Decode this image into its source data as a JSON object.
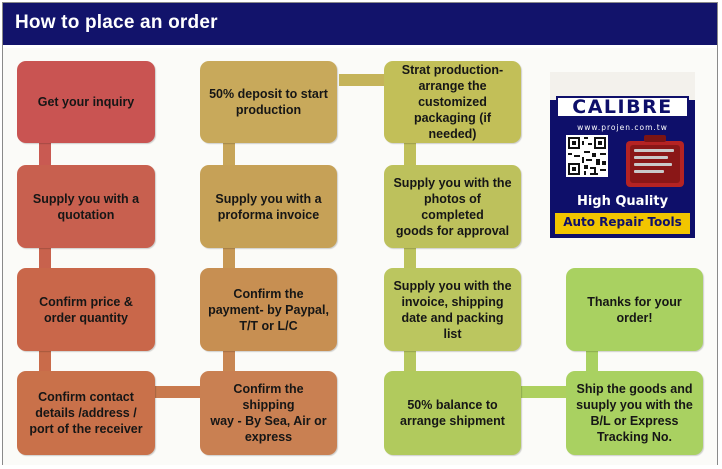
{
  "header": {
    "title": "How to place an order"
  },
  "colors": {
    "header_bg": "#12136b",
    "column_1": [
      "#c95452",
      "#c8604f",
      "#c9674a",
      "#c9714a"
    ],
    "column_2": [
      "#c8a95b",
      "#c6a157",
      "#c78f52",
      "#c98052"
    ],
    "column_3": [
      "#c2bf58",
      "#bdc15c",
      "#bbc65f",
      "#b1ca5d"
    ],
    "column_4": [
      "#a9d161",
      "#a9d161"
    ]
  },
  "steps": [
    "Get your inquiry",
    "Supply you with a\nquotation",
    "Confirm price &\norder quantity",
    "Confirm  contact\ndetails  /address /\nport of the receiver",
    "Confirm the shipping\nway - By Sea, Air or\nexpress",
    "Confirm the\npayment- by Paypal,\nT/T or L/C",
    "Supply you with a\nproforma invoice",
    "50% deposit to start\nproduction",
    "Strat production-\narrange the\ncustomized\npackaging (if needed)",
    "Supply you with the\nphotos of completed\ngoods for approval",
    "Supply you with the\ninvoice, shipping\ndate and packing list",
    "50% balance to\narrange shipment",
    "Ship the goods and\nsuuply you with the\nB/L or Express\nTracking No.",
    "Thanks for your\norder!"
  ],
  "logo": {
    "brand": "CALIBRE",
    "url": "www.projen.com.tw",
    "tagline_1": "High Quality",
    "tagline_2": "Auto Repair Tools",
    "icon_qr": "qr-code-icon",
    "icon_tools": "tool-case-icon"
  }
}
